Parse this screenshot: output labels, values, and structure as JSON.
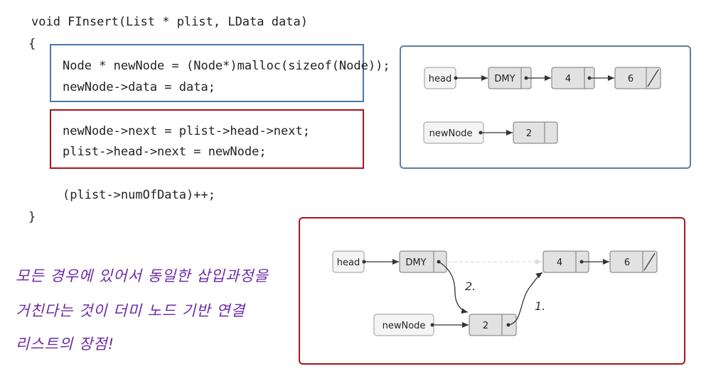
{
  "code": {
    "signature": "void FInsert(List * plist, LData data)",
    "open_brace": "{",
    "line1": "Node * newNode = (Node*)malloc(sizeof(Node));",
    "line2": "newNode->data = data;",
    "line3": "newNode->next = plist->head->next;",
    "line4": "plist->head->next = newNode;",
    "line5": "(plist->numOfData)++;",
    "close_brace": "}"
  },
  "diagram_top": {
    "head_label": "head",
    "dmy_label": "DMY",
    "node4_label": "4",
    "node6_label": "6",
    "newnode_label": "newNode",
    "node2_label": "2"
  },
  "diagram_bottom": {
    "head_label": "head",
    "dmy_label": "DMY",
    "node4_label": "4",
    "node6_label": "6",
    "newnode_label": "newNode",
    "node2_label": "2",
    "step1_label": "1.",
    "step2_label": "2."
  },
  "note": {
    "line1": "모든 경우에 있어서 동일한 삽입과정을",
    "line2": "거친다는 것이 더미 노드 기반 연결",
    "line3": "리스트의 장점!"
  },
  "colors": {
    "code_box_blue": "#4a78a8",
    "code_box_red": "#a8141e",
    "note_purple": "#6a2aa8"
  }
}
